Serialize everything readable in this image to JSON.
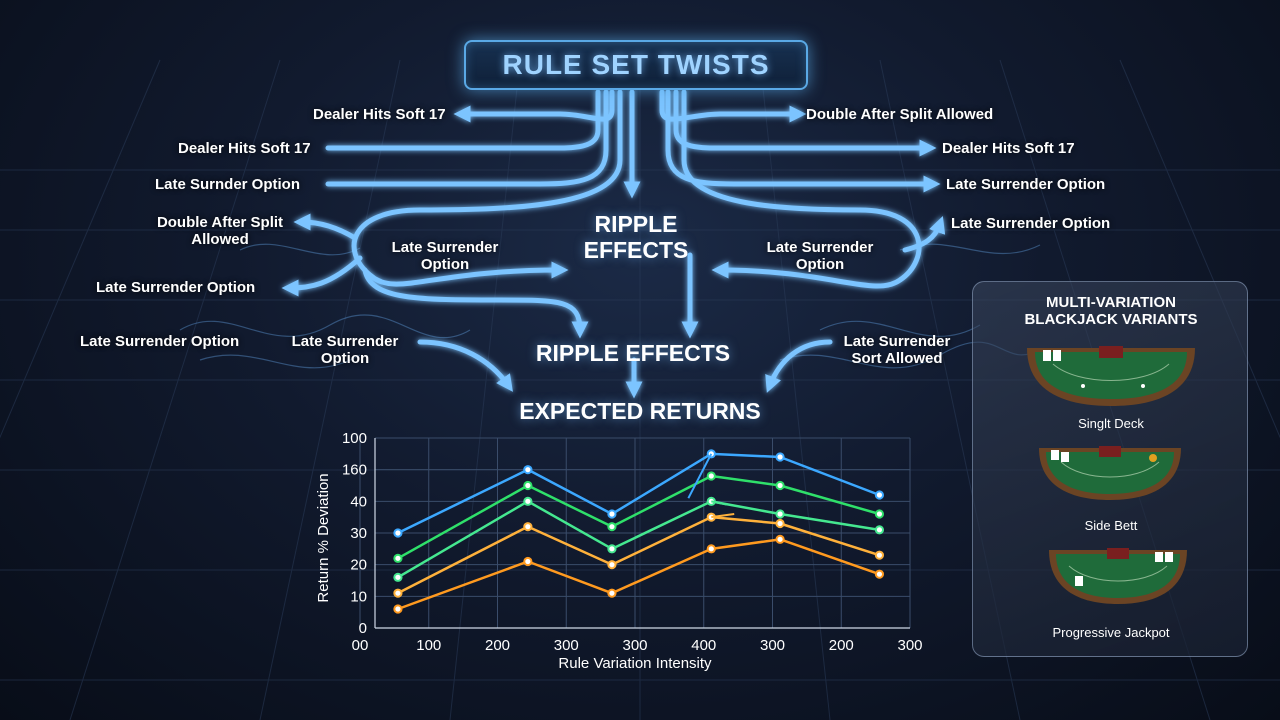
{
  "title": "RULE SET TWISTS",
  "ripple_upper": "RIPPLE\nEFFECTS",
  "ripple_lower": "RIPPLE EFFECTS",
  "expected_returns": "EXPECTED RETURNS",
  "left_labels": {
    "dealer_hits_1": "Dealer Hits Soft 17",
    "dealer_hits_2": "Dealer Hits Soft 17",
    "late_surrender_1": "Late Surnder Option",
    "double_after_split": "Double After Split\nAllowed",
    "late_surrender_2": "Late Surrender Option",
    "late_surrender_3": "Late Surrender Option",
    "late_surrender_inner_1": "Late Surrender\nOption",
    "late_surrender_inner_2": "Late Surrender\nOption"
  },
  "right_labels": {
    "double_after_split": "Double After Split Allowed",
    "dealer_hits": "Dealer Hits Soft 17",
    "late_surrender_1": "Late Surrender Option",
    "late_surrender_2": "Late Surrender Option",
    "late_surrender_inner": "Late Surrender\nOption",
    "late_surrender_sort": "Late Surrender\nSort Allowed"
  },
  "variants_panel": {
    "title": "MULTI-VARIATION\nBLACKJACK VARIANTS",
    "items": [
      {
        "label": "Singlt Deck"
      },
      {
        "label": "Side Bett"
      },
      {
        "label": "Progressive Jackpot"
      }
    ]
  },
  "colors": {
    "accent_blue": "#5aa9e6",
    "series": [
      "#3ca8ff",
      "#2fe06a",
      "#45e890",
      "#ffb13b",
      "#ff9a1f"
    ]
  },
  "chart_data": {
    "type": "line",
    "xlabel": "Rule Variation Intensity",
    "ylabel": "Return % Deviation",
    "x_tick_labels": [
      "00",
      "100",
      "200",
      "300",
      "300",
      "400",
      "300",
      "200",
      "300"
    ],
    "y_tick_labels": [
      "0",
      "10",
      "20",
      "30",
      "40",
      "160",
      "100"
    ],
    "grid": true,
    "x": [
      0.3,
      2.0,
      3.1,
      4.4,
      5.3,
      6.6
    ],
    "series": [
      {
        "values": [
          3.0,
          5.0,
          3.6,
          5.5,
          5.4,
          4.2
        ]
      },
      {
        "values": [
          2.2,
          4.5,
          3.2,
          4.8,
          4.5,
          3.6
        ]
      },
      {
        "values": [
          1.6,
          4.0,
          2.5,
          4.0,
          3.6,
          3.1
        ]
      },
      {
        "values": [
          1.1,
          3.2,
          2.0,
          3.5,
          3.3,
          2.3
        ]
      },
      {
        "values": [
          0.6,
          2.1,
          1.1,
          2.5,
          2.8,
          1.7
        ]
      }
    ],
    "extra_segments": [
      {
        "series": 0,
        "points": [
          [
            4.4,
            5.5
          ],
          [
            4.1,
            4.1
          ]
        ]
      },
      {
        "series": 2,
        "points": [
          [
            4.4,
            4.0
          ],
          [
            4.6,
            3.9
          ]
        ]
      },
      {
        "series": 3,
        "points": [
          [
            4.4,
            3.5
          ],
          [
            4.7,
            3.6
          ]
        ]
      }
    ],
    "xlim": [
      0,
      7
    ],
    "ylim": [
      0,
      6
    ]
  }
}
